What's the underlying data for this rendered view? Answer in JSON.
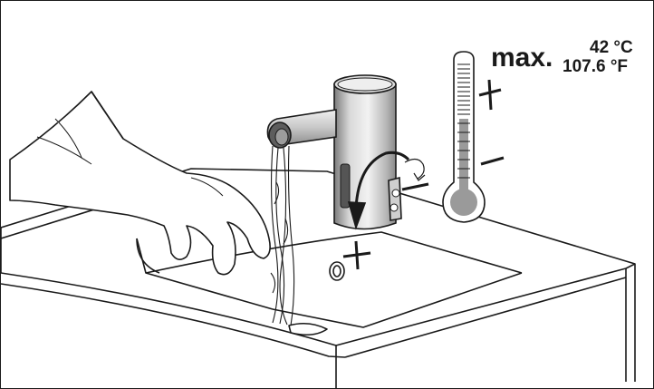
{
  "max_label": {
    "prefix": "max.",
    "celsius": "42 °C",
    "fahrenheit": "107.6 °F"
  },
  "colors": {
    "line": "#1a1a1a",
    "faucet_light": "#e6e6e6",
    "faucet_dark": "#8a8a8a",
    "thermometer_fill": "#9a9a9a",
    "water": "#ffffff"
  },
  "icons": [
    "faucet-icon",
    "hand-icon",
    "thermometer-icon",
    "rotate-arrow-icon",
    "plus-sign-icon",
    "minus-sign-icon"
  ]
}
